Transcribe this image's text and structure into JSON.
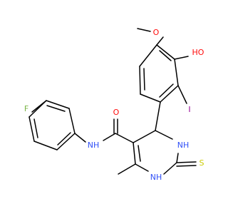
{
  "colors": {
    "bond": "#000000",
    "oxygen": "#ff0d0d",
    "nitrogen": "#3050f8",
    "sulfur": "#cccc00",
    "fluorine": "#7ab545",
    "iodine": "#940094",
    "background": "#ffffff"
  },
  "labels": {
    "methoxy_o": "O",
    "hydroxyl": "HO",
    "iodine": "I",
    "fluorine": "F",
    "carbonyl_o": "O",
    "amide_nh": "NH",
    "ring_nh_top": "NH",
    "ring_nh_bottom": "NH",
    "thione_s": "S"
  }
}
